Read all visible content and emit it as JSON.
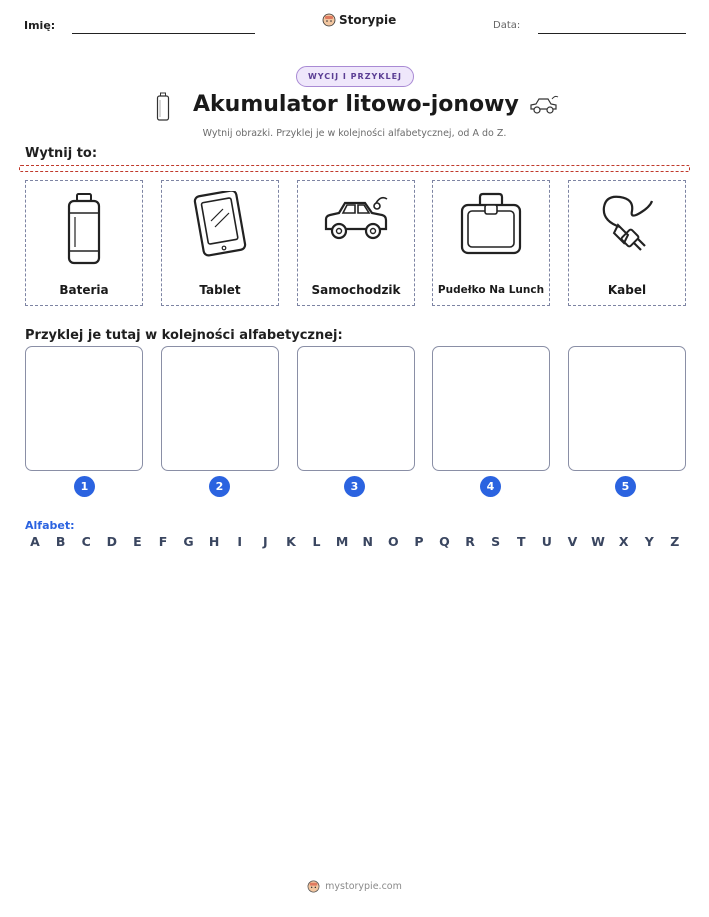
{
  "header": {
    "name_label": "Imię:",
    "brand": "Storypie",
    "date_label": "Data:"
  },
  "badge": "WYCIJ I PRZYKLEJ",
  "title": "Akumulator litowo-jonowy",
  "subtitle": "Wytnij obrazki. Przyklej je w kolejności alfabetycznej, od A do Z.",
  "cut_section": {
    "label": "Wytnij to:",
    "cards": [
      {
        "label": "Bateria",
        "icon": "battery-icon"
      },
      {
        "label": "Tablet",
        "icon": "tablet-icon"
      },
      {
        "label": "Samochodzik",
        "icon": "toy-car-icon"
      },
      {
        "label": "Pudełko Na Lunch",
        "icon": "lunchbox-icon"
      },
      {
        "label": "Kabel",
        "icon": "cable-plug-icon"
      }
    ]
  },
  "paste_section": {
    "label": "Przyklej je tutaj w kolejności alfabetycznej:",
    "numbers": [
      "1",
      "2",
      "3",
      "4",
      "5"
    ]
  },
  "alphabet": {
    "label": "Alfabet:",
    "letters": [
      "A",
      "B",
      "C",
      "D",
      "E",
      "F",
      "G",
      "H",
      "I",
      "J",
      "K",
      "L",
      "M",
      "N",
      "O",
      "P",
      "Q",
      "R",
      "S",
      "T",
      "U",
      "V",
      "W",
      "X",
      "Y",
      "Z"
    ]
  },
  "footer": {
    "text": "mystorypie.com"
  },
  "colors": {
    "accent_blue": "#2b63e0",
    "badge_purple": "#5b3e94",
    "cut_line_red": "#c0392b"
  }
}
